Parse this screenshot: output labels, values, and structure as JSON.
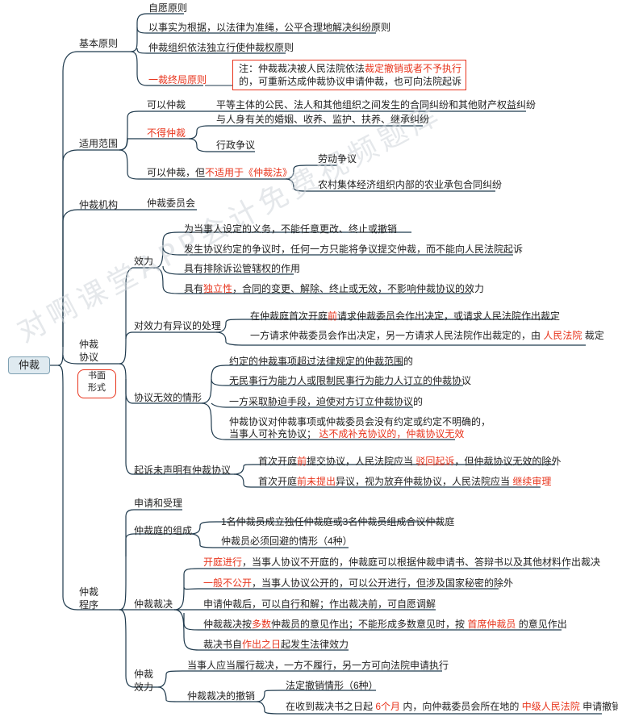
{
  "root": "仲裁",
  "sections": {
    "basic": {
      "label": "基本原则",
      "items": [
        "自愿原则",
        "以事实为根据，以法律为准绳，公平合理地解决纠纷原则",
        "仲裁组织依法独立行使仲裁权原则",
        "一裁终局原则"
      ],
      "note": [
        "注：仲裁裁决被人民法院依法",
        "裁定撤销或者不予执行",
        "的，可重新达成仲裁协议申请仲裁，也可向法院起诉"
      ]
    },
    "scope": {
      "label": "适用范围",
      "can": "可以仲裁",
      "can_detail": "平等主体的公民、法人和其他组织之间发生的合同纠纷和其他财产权益纠纷",
      "cannot": "不得仲裁",
      "cannot_items": [
        "与人身有关的婚姻、收养、监护、扶养、继承纠纷",
        "行政争议"
      ],
      "not_law_prefix": "可以仲裁，但",
      "not_law_red": "不适用于《仲裁法》",
      "not_law_items": [
        "劳动争议",
        "农村集体经济组织内部的农业承包合同纠纷"
      ]
    },
    "org": {
      "label": "仲裁机构",
      "item": "仲裁委员会"
    },
    "agreement": {
      "label_1": "仲裁",
      "label_2": "协议",
      "form_1": "书面",
      "form_2": "形式",
      "effect": {
        "label": "效力",
        "items": [
          "为当事人设定的义务，不能任意更改、终止或撤销",
          "发生协议约定的争议时，任何一方只能将争议提交仲裁，而不能向人民法院起诉",
          "具有排除诉讼管辖权的作用"
        ],
        "last_a": "具有",
        "last_red": "独立性",
        "last_b": "，合同的变更、解除、终止或无效，不影响仲裁协议的效力"
      },
      "objection": {
        "label": "对效力有异议的处理",
        "line1_a": "在仲裁庭首次开庭",
        "line1_red": "前",
        "line1_b": "请求仲裁委员会作出决定，或请求人民法院作出裁定",
        "line2_a": "一方请求仲裁委员会作出决定，另一方请求人民法院作出裁定的，由",
        "line2_red": "人民法院",
        "line2_b": "裁定"
      },
      "invalid": {
        "label": "协议无效的情形",
        "items": [
          "约定的仲裁事项超过法律规定的仲裁范围的",
          "无民事行为能力人或限制民事行为能力人订立的仲裁协议",
          "一方采取胁迫手段，迫使对方订立仲裁协议的"
        ],
        "last_1": "仲裁协议对仲裁事项或仲裁委员会没有约定或约定不明确的，",
        "last_2a": "当事人可补充协议；",
        "last_2red": "达不成补充协议的，仲裁协议无效"
      },
      "suit": {
        "label": "起诉未声明有仲裁协议",
        "line1_a": "首次开庭",
        "line1_red1": "前",
        "line1_b": "提交协议，人民法院应当",
        "line1_red2": "驳回起诉",
        "line1_c": "，但仲裁协议无效的除外",
        "line2_a": "首次开庭",
        "line2_red1": "前未提出",
        "line2_b": "异议，视为放弃仲裁协议，人民法院应当",
        "line2_red2": "继续审理"
      }
    },
    "procedure": {
      "label_1": "仲裁",
      "label_2": "程序",
      "apply": "申请和受理",
      "tribunal": {
        "label": "仲裁庭的组成",
        "items": [
          "1名仲裁员成立独任仲裁庭或3名仲裁员组成合议仲裁庭",
          "仲裁员必须回避的情形（4种）"
        ]
      },
      "award": {
        "label": "仲裁裁决",
        "l1_red": "开庭进行",
        "l1_b": "，当事人协议不开庭的，仲裁庭可以根据仲裁申请书、答辩书以及其他材料作出裁决",
        "l2_red": "一般不公开",
        "l2_b": "，当事人协议公开的，可以公开进行，但涉及国家秘密的除外",
        "l3": "申请仲裁后，可以自行和解；作出裁决前，可自愿调解",
        "l4_a": "仲裁裁决按",
        "l4_red1": "多数",
        "l4_b": "仲裁员的意见作出；不能形成多数意见时，按",
        "l4_red2": "首席仲裁员",
        "l4_c": "的意见作出",
        "l5_a": "裁决书自",
        "l5_red": "作出之日",
        "l5_b": "起发生法律效力"
      },
      "effect": {
        "label_1": "仲裁",
        "label_2": "效力",
        "l1": "当事人应当履行裁决，一方不履行，另一方可向法院申请执行",
        "revoke": "仲裁裁决的撤销",
        "rv1": "法定撤销情形（6种）",
        "rv2_a": "在收到裁决书之日起",
        "rv2_red1": "6个月",
        "rv2_b": "内，向仲裁委员会所在地的",
        "rv2_red2": "中级人民法院",
        "rv2_c": "申请撤销"
      }
    }
  },
  "watermark": "对啊课堂APP会计免费视频题库",
  "colors": {
    "accent_red": "#e8341c",
    "line_dark": "#1f3a4d",
    "line_mid": "#7ea0b3",
    "root_fill": "#dfeaf0"
  }
}
